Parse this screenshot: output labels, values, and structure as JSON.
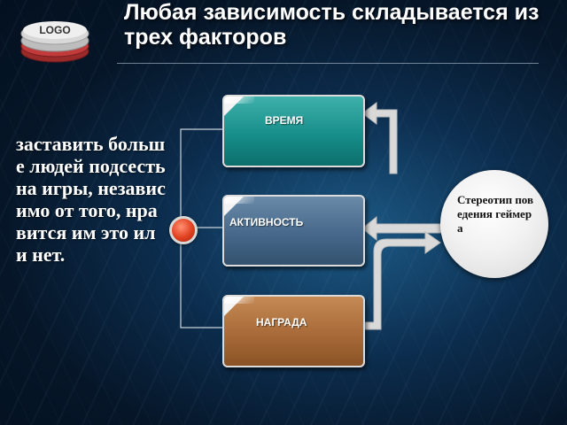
{
  "logo": {
    "text": "LOGO"
  },
  "slide": {
    "title": "Любая зависимость складывается из трех факторов",
    "left_text": "заставить больше людей подсесть на игры, независимо от того, нравится им это или нет."
  },
  "factors": [
    {
      "label": "ВРЕМЯ",
      "color": "#178e8a"
    },
    {
      "label": "АКТИВНОСТЬ",
      "color": "#46688a"
    },
    {
      "label": "НАГРАДА",
      "color": "#a86a38"
    }
  ],
  "result": {
    "text": "Стереотип поведения геймера"
  },
  "colors": {
    "hub": "#e04020",
    "background": "#0c2d4e",
    "arrows": "#d9d9d9"
  }
}
